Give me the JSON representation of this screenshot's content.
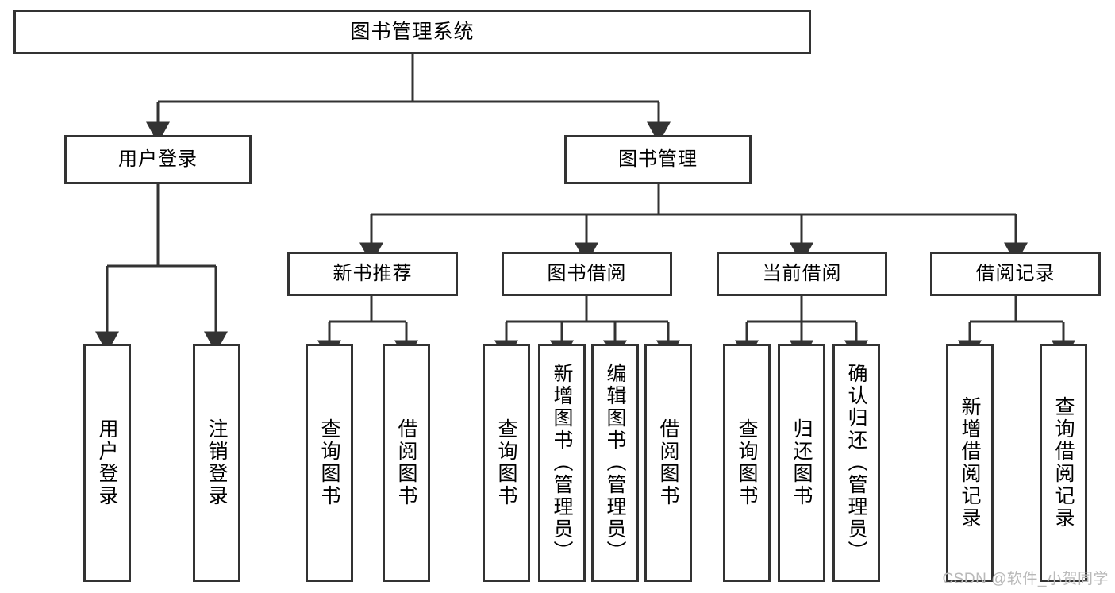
{
  "diagram": {
    "title": "图书管理系统",
    "type": "tree-hierarchy-functional-decomposition",
    "root": {
      "label": "图书管理系统"
    },
    "level2": [
      {
        "label": "用户登录"
      },
      {
        "label": "图书管理"
      }
    ],
    "level3": [
      {
        "label": "新书推荐"
      },
      {
        "label": "图书借阅"
      },
      {
        "label": "当前借阅"
      },
      {
        "label": "借阅记录"
      }
    ],
    "leaves": {
      "user_login": [
        {
          "label": "用户登录"
        },
        {
          "label": "注销登录"
        }
      ],
      "new_book_recommend": [
        {
          "label": "查询图书"
        },
        {
          "label": "借阅图书"
        }
      ],
      "book_borrow": [
        {
          "label": "查询图书"
        },
        {
          "label": "新增图书（管理员）"
        },
        {
          "label": "编辑图书（管理员）"
        },
        {
          "label": "借阅图书"
        }
      ],
      "current_borrow": [
        {
          "label": "查询图书"
        },
        {
          "label": "归还图书"
        },
        {
          "label": "确认归还（管理员）"
        }
      ],
      "borrow_record": [
        {
          "label": "新增借阅记录"
        },
        {
          "label": "查询借阅记录"
        }
      ]
    }
  },
  "watermark": {
    "text": "CSDN @软件_小贺同学"
  },
  "colors": {
    "stroke": "#333333",
    "fill": "#ffffff",
    "text": "#000000",
    "watermark": "#b9b9b9"
  }
}
